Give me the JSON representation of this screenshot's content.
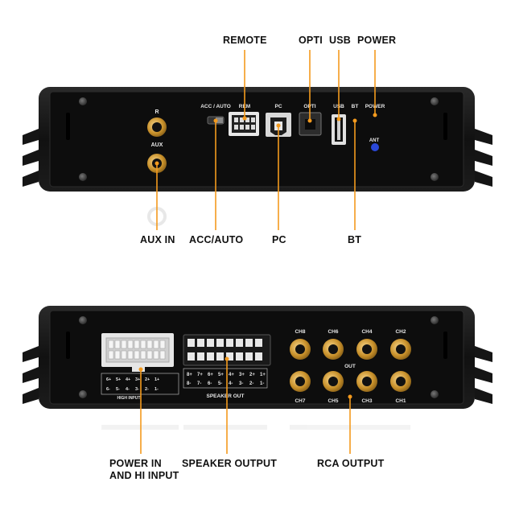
{
  "top_callouts": {
    "remote": "REMOTE",
    "opti": "OPTI",
    "usb": "USB",
    "power": "POWER",
    "aux_in": "AUX IN",
    "acc_auto": "ACC/AUTO",
    "pc": "PC",
    "bt": "BT"
  },
  "top_panel": {
    "r": "R",
    "aux": "AUX",
    "acc_auto": "ACC / AUTO",
    "rem": "REM",
    "pc": "PC",
    "opti": "OPTI",
    "usb": "USB",
    "bt": "BT",
    "power": "POWER",
    "ant": "ANT"
  },
  "bottom_callouts": {
    "power_in_line1": "POWER IN",
    "power_in_line2": "AND HI INPUT",
    "speaker_output": "SPEAKER OUTPUT",
    "rca_output": "RCA OUTPUT"
  },
  "bottom_panel": {
    "high_input": "HIGH INPUT",
    "speaker_out": "SPEAKER OUT",
    "out": "OUT",
    "ch_top": [
      "CH8",
      "CH6",
      "CH4",
      "CH2"
    ],
    "ch_bottom": [
      "CH7",
      "CH5",
      "CH3",
      "CH1"
    ],
    "spk_top": [
      "8+",
      "7+",
      "6+",
      "5+",
      "4+",
      "3+",
      "2+",
      "1+"
    ],
    "spk_bottom": [
      "8-",
      "7-",
      "6-",
      "5-",
      "4-",
      "3-",
      "2-",
      "1-"
    ],
    "hi_top": [
      "6+",
      "5+",
      "4+",
      "3+",
      "2+",
      "1+"
    ],
    "hi_bottom": [
      "6-",
      "5-",
      "4-",
      "3-",
      "2-",
      "1-"
    ]
  },
  "colors": {
    "leader": "#f39a1e",
    "chassis": "#151515",
    "gold": "#d9a441",
    "blue_led": "#2a48d8"
  }
}
